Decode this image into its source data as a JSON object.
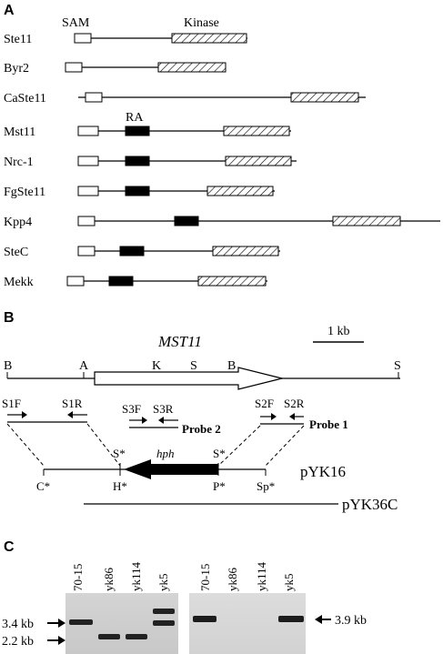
{
  "panels": {
    "a": "A",
    "b": "B",
    "c": "C"
  },
  "panel_a": {
    "headers": {
      "sam": "SAM",
      "kinase": "Kinase",
      "ra": "RA"
    },
    "proteins": [
      "Ste11",
      "Byr2",
      "CaSte11",
      "Mst11",
      "Nrc-1",
      "FgSte11",
      "Kpp4",
      "SteC",
      "Mekk"
    ]
  },
  "panel_b": {
    "gene": "MST11",
    "scale_bar": "1 kb",
    "sites_top": [
      "B",
      "A",
      "K",
      "S",
      "B",
      "S"
    ],
    "primers": {
      "s1f": "S1F",
      "s1r": "S1R",
      "s3f": "S3F",
      "s3r": "S3R",
      "s2f": "S2F",
      "s2r": "S2R"
    },
    "probe2": "Probe 2",
    "probe1": "Probe 1",
    "construct_sites": {
      "s_left": "S*",
      "s_right": "S*",
      "c": "C*",
      "h": "H*",
      "p": "P*",
      "sp": "Sp*"
    },
    "marker": "hph",
    "plasmid1": "pYK16",
    "plasmid2": "pYK36C"
  },
  "panel_c": {
    "lanes_left": [
      "70-15",
      "yk86",
      "yk114",
      "yk5"
    ],
    "lanes_right": [
      "70-15",
      "yk86",
      "yk114",
      "yk5"
    ],
    "size_left_top": "3.4 kb",
    "size_left_bottom": "2.2 kb",
    "size_right": "3.9 kb"
  }
}
